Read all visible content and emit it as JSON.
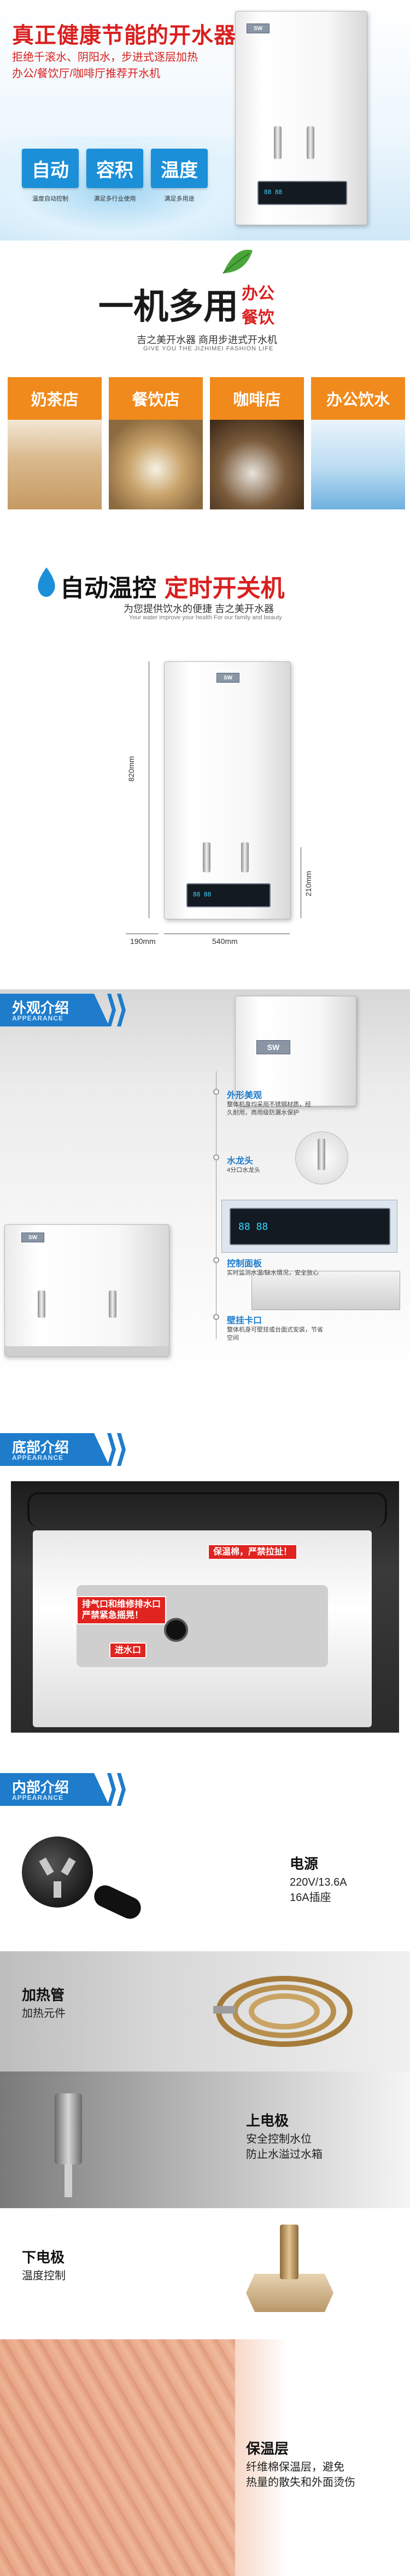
{
  "hero": {
    "title": "真正健康节能的开水器",
    "subtitle_line1": "拒绝千滚水、阴阳水，步进式逐层加热",
    "subtitle_line2": "办公/餐饮厅/咖啡厅推荐开水机",
    "badges": [
      {
        "label": "自动",
        "caption": "温度自动控制"
      },
      {
        "label": "容积",
        "caption": "满足多行业使用"
      },
      {
        "label": "温度",
        "caption": "满足多用途"
      }
    ],
    "machine_brand": "SW",
    "machine_display": "88 88"
  },
  "multi": {
    "title_main": "一机多用",
    "title_side_top": "办公",
    "title_side_bottom": "餐饮",
    "subtitle_cn": "吉之美开水器 商用步进式开水机",
    "subtitle_en": "GIVE YOU THE JIZHIMEI FASHION LIFE",
    "tiles": [
      "奶茶店",
      "餐饮店",
      "咖啡店",
      "办公饮水"
    ],
    "colors": {
      "accent": "#d9201f",
      "tile": "#f08a1c"
    }
  },
  "auto": {
    "title_black": "自动温控",
    "title_red": "定时开关机",
    "tagline_cn": "为您提供饮水的便捷 吉之美开水器",
    "tagline_en": "Your water improve your health For our family and beauty",
    "dim_height": "820mm",
    "dim_width": "540mm",
    "dim_depth": "190mm",
    "dim_tap": "210mm"
  },
  "appearance": {
    "header_cn": "外观介绍",
    "header_en": "APPEARANCE",
    "features": [
      {
        "title": "外形美观",
        "desc": "整体机身均采用不锈钢材质，经久耐用，商用级防漏水保护"
      },
      {
        "title": "水龙头",
        "desc": "4分口水龙头"
      },
      {
        "title": "控制面板",
        "desc": "实时监测水温/缺水情况，安全放心"
      },
      {
        "title": "壁挂卡口",
        "desc": "整体机身可壁挂或台面式安装，节省空间"
      }
    ],
    "panel_display": "88 88"
  },
  "bottom": {
    "header_cn": "底部介绍",
    "header_en": "APPEARANCE",
    "tag1": "保温棉，严禁拉扯！",
    "tag2_line1": "排气口和维修排水口",
    "tag2_line2": "严禁紧急摇晃！",
    "tag3": "进水口"
  },
  "internal": {
    "header_cn": "内部介绍",
    "header_en": "APPEARANCE",
    "parts": [
      {
        "title": "电源",
        "desc_line1": "220V/13.6A",
        "desc_line2": "16A插座"
      },
      {
        "title": "加热管",
        "desc_line1": "加热元件",
        "desc_line2": ""
      },
      {
        "title": "上电极",
        "desc_line1": "安全控制水位",
        "desc_line2": "防止水溢过水箱"
      },
      {
        "title": "下电极",
        "desc_line1": "温度控制",
        "desc_line2": ""
      },
      {
        "title": "保温层",
        "desc_line1": "纤维棉保温层，避免",
        "desc_line2": "热量的散失和外面烫伤"
      }
    ]
  }
}
